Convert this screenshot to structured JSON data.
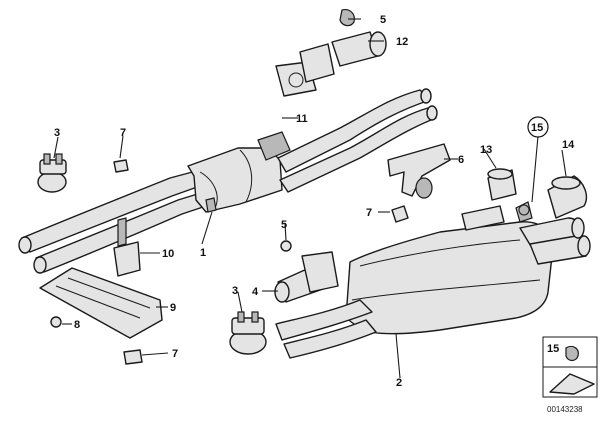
{
  "callouts": {
    "c1": "1",
    "c2": "2",
    "c3_left": "3",
    "c3_right": "3",
    "c4": "4",
    "c5_top": "5",
    "c5_mid": "5",
    "c6": "6",
    "c7_top": "7",
    "c7_mid": "7",
    "c7_bottom": "7",
    "c8": "8",
    "c9": "9",
    "c10": "10",
    "c11": "11",
    "c12": "12",
    "c13": "13",
    "c14": "14",
    "c15": "15"
  },
  "legend": {
    "number": "15"
  },
  "catalog_number": "00143238"
}
